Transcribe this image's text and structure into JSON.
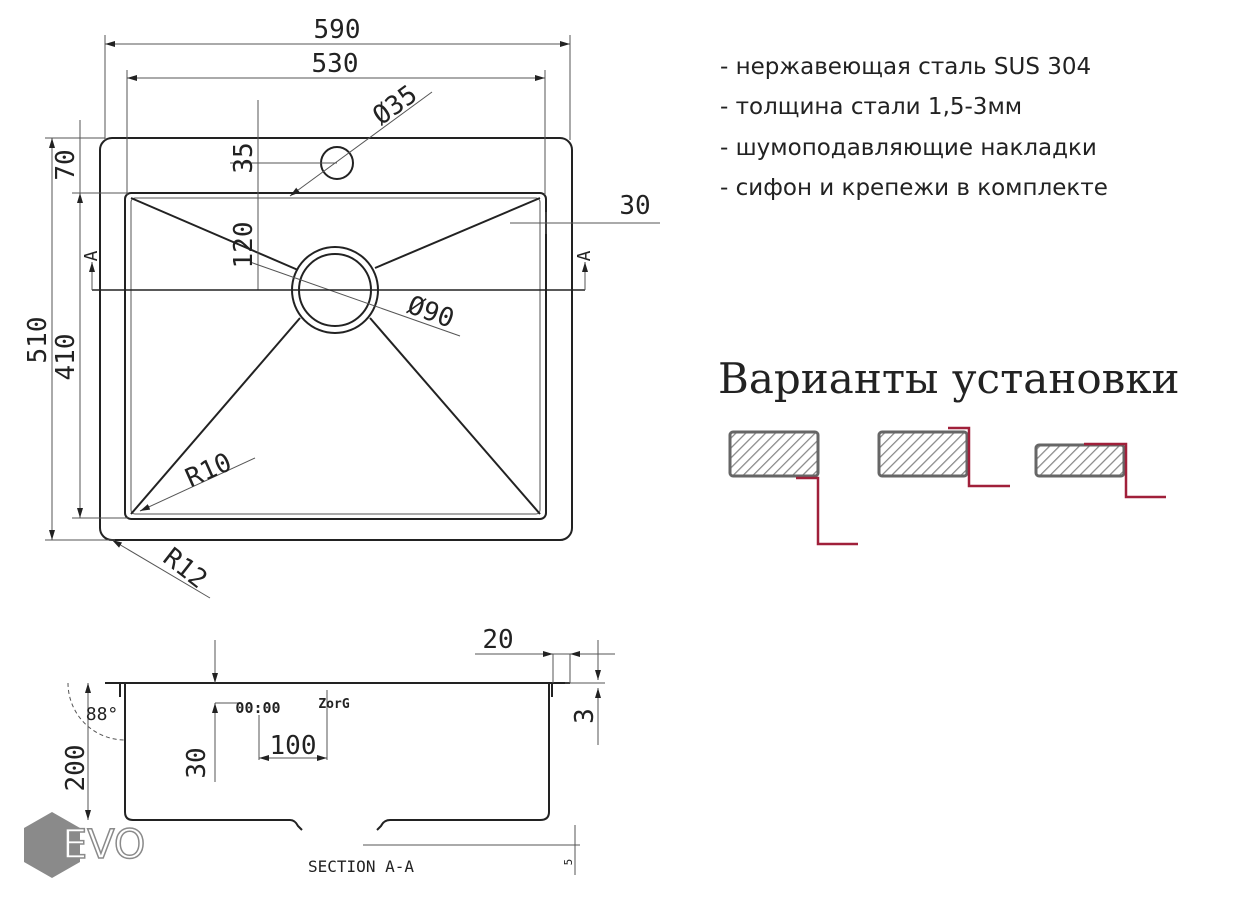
{
  "drawing": {
    "dims": {
      "overall_width": "590",
      "bowl_width": "530",
      "tap_hole_diameter": "Ø35",
      "tap_hole_offset": "35",
      "drain_offset": "120",
      "flange_width": "30",
      "overall_depth": "510",
      "bowl_depth": "410",
      "top_offset": "70",
      "drain_diameter": "Ø90",
      "inner_radius": "R10",
      "outer_radius": "R12",
      "section_marker": "A"
    },
    "section": {
      "label": "SECTION A-A",
      "depth": "200",
      "angle": "88°",
      "logo_offset": "30",
      "logo_spacing": "100",
      "flange": "20",
      "thickness": "3",
      "bottom_offset": "5",
      "clock_mark": "00:00",
      "brand_mark": "ZorG"
    }
  },
  "specs": [
    "- нержавеющая сталь SUS 304",
    "- толщина стали 1,5-3мм",
    "- шумоподавляющие накладки",
    "- сифон и крепежи в комплекте"
  ],
  "install": {
    "title": "Варианты установки",
    "variants": [
      "undermount",
      "overmount",
      "flush"
    ],
    "accent_color": "#a0203a"
  },
  "watermark": {
    "text": "EVO"
  }
}
